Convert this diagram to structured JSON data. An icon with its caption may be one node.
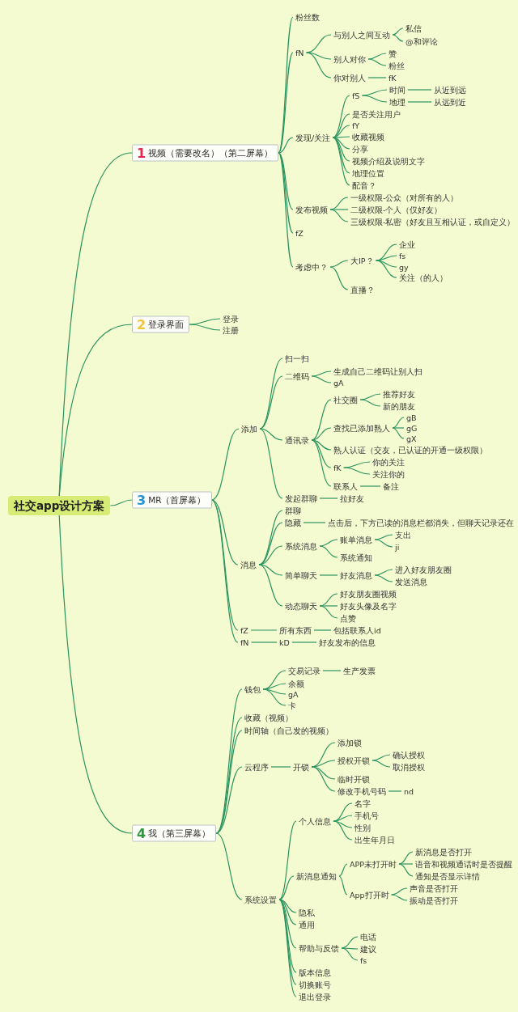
{
  "diagram": {
    "nodes": [
      {
        "text": [
          "社交app设计方案"
        ]
      },
      {
        "text": [
          "1",
          "视频（需要改名）（第二屏幕）"
        ]
      },
      {
        "text": [
          "粉丝数"
        ]
      },
      {
        "text": [
          "fN"
        ]
      },
      {
        "text": [
          "与别人之间互动"
        ]
      },
      {
        "text": [
          "私信"
        ]
      },
      {
        "text": [
          "@和评论"
        ]
      },
      {
        "text": [
          "别人对你"
        ]
      },
      {
        "text": [
          "赞"
        ]
      },
      {
        "text": [
          "粉丝"
        ]
      },
      {
        "text": [
          "你对别人"
        ]
      },
      {
        "text": [
          "fK"
        ]
      },
      {
        "text": [
          "发现/关注"
        ]
      },
      {
        "text": [
          "fS"
        ]
      },
      {
        "text": [
          "时间"
        ]
      },
      {
        "text": [
          "从近到远"
        ]
      },
      {
        "text": [
          "地理"
        ]
      },
      {
        "text": [
          "从远到近"
        ]
      },
      {
        "text": [
          "是否关注用户"
        ]
      },
      {
        "text": [
          "fY"
        ]
      },
      {
        "text": [
          "收藏视频"
        ]
      },
      {
        "text": [
          "分享"
        ]
      },
      {
        "text": [
          "视频介绍及说明文字"
        ]
      },
      {
        "text": [
          "地理位置"
        ]
      },
      {
        "text": [
          "配音？"
        ]
      },
      {
        "text": [
          "发布视频"
        ]
      },
      {
        "text": [
          "一级权限-公众（对所有的人）"
        ]
      },
      {
        "text": [
          "二级权限-个人（仅好友）"
        ]
      },
      {
        "text": [
          "三级权限-私密（好友且互相认证，或自定义）"
        ]
      },
      {
        "text": [
          "fZ"
        ]
      },
      {
        "text": [
          "考虑中？"
        ]
      },
      {
        "text": [
          "大IP？"
        ]
      },
      {
        "text": [
          "企业"
        ]
      },
      {
        "text": [
          "fs"
        ]
      },
      {
        "text": [
          "gy"
        ]
      },
      {
        "text": [
          "关注（的人）"
        ]
      },
      {
        "text": [
          "直播？"
        ]
      },
      {
        "text": [
          "2",
          "登录界面"
        ]
      },
      {
        "text": [
          "登录"
        ]
      },
      {
        "text": [
          "注册"
        ]
      },
      {
        "text": [
          "3",
          "MR（首屏幕）"
        ]
      },
      {
        "text": [
          "添加"
        ]
      },
      {
        "text": [
          "扫一扫"
        ]
      },
      {
        "text": [
          "二维码"
        ]
      },
      {
        "text": [
          "生成自己二维码让别人扫"
        ]
      },
      {
        "text": [
          "gA"
        ]
      },
      {
        "text": [
          "通讯录"
        ]
      },
      {
        "text": [
          "社交圈"
        ]
      },
      {
        "text": [
          "推荐好友"
        ]
      },
      {
        "text": [
          "新的朋友"
        ]
      },
      {
        "text": [
          "查找已添加熟人"
        ]
      },
      {
        "text": [
          "gB"
        ]
      },
      {
        "text": [
          "gG"
        ]
      },
      {
        "text": [
          "gX"
        ]
      },
      {
        "text": [
          "熟人认证（交友，已认证的开通一级权限）"
        ]
      },
      {
        "text": [
          "fK"
        ]
      },
      {
        "text": [
          "你的关注"
        ]
      },
      {
        "text": [
          "关注你的"
        ]
      },
      {
        "text": [
          "联系人"
        ]
      },
      {
        "text": [
          "备注"
        ]
      },
      {
        "text": [
          "发起群聊"
        ]
      },
      {
        "text": [
          "拉好友"
        ]
      },
      {
        "text": [
          "消息"
        ]
      },
      {
        "text": [
          "群聊"
        ]
      },
      {
        "text": [
          "隐藏"
        ]
      },
      {
        "text": [
          "点击后，下方已读的消息栏都消失，但聊天记录还在"
        ]
      },
      {
        "text": [
          "系统消息"
        ]
      },
      {
        "text": [
          "账单消息"
        ]
      },
      {
        "text": [
          "支出"
        ]
      },
      {
        "text": [
          "ji"
        ]
      },
      {
        "text": [
          "系统通知"
        ]
      },
      {
        "text": [
          "简单聊天"
        ]
      },
      {
        "text": [
          "好友消息"
        ]
      },
      {
        "text": [
          "进入好友朋友圈"
        ]
      },
      {
        "text": [
          "发送消息"
        ]
      },
      {
        "text": [
          "动态聊天"
        ]
      },
      {
        "text": [
          "好友朋友圈视频"
        ]
      },
      {
        "text": [
          "好友头像及名字"
        ]
      },
      {
        "text": [
          "点赞"
        ]
      },
      {
        "text": [
          "fZ"
        ]
      },
      {
        "text": [
          "所有东西"
        ]
      },
      {
        "text": [
          "包括联系人id"
        ]
      },
      {
        "text": [
          "fN"
        ]
      },
      {
        "text": [
          "kD"
        ]
      },
      {
        "text": [
          "好友发布的信息"
        ]
      },
      {
        "text": [
          "4",
          "我（第三屏幕）"
        ]
      },
      {
        "text": [
          "钱包"
        ]
      },
      {
        "text": [
          "交易记录"
        ]
      },
      {
        "text": [
          "生产发票"
        ]
      },
      {
        "text": [
          "余额"
        ]
      },
      {
        "text": [
          "gA"
        ]
      },
      {
        "text": [
          "卡"
        ]
      },
      {
        "text": [
          "收藏（视频）"
        ]
      },
      {
        "text": [
          "时间轴（自己发的视频）"
        ]
      },
      {
        "text": [
          "云程序"
        ]
      },
      {
        "text": [
          "开锁"
        ]
      },
      {
        "text": [
          "添加锁"
        ]
      },
      {
        "text": [
          "授权开锁"
        ]
      },
      {
        "text": [
          "确认授权"
        ]
      },
      {
        "text": [
          "取消授权"
        ]
      },
      {
        "text": [
          "临时开锁"
        ]
      },
      {
        "text": [
          "修改手机号码"
        ]
      },
      {
        "text": [
          "nd"
        ]
      },
      {
        "text": [
          "系统设置"
        ]
      },
      {
        "text": [
          "个人信息"
        ]
      },
      {
        "text": [
          "名字"
        ]
      },
      {
        "text": [
          "手机号"
        ]
      },
      {
        "text": [
          "性别"
        ]
      },
      {
        "text": [
          "出生年月日"
        ]
      },
      {
        "text": [
          "新消息通知"
        ]
      },
      {
        "text": [
          "APP未打开时"
        ]
      },
      {
        "text": [
          "新消息是否打开"
        ]
      },
      {
        "text": [
          "语音和视频通话时是否提醒"
        ]
      },
      {
        "text": [
          "通知是否显示详情"
        ]
      },
      {
        "text": [
          "App打开时"
        ]
      },
      {
        "text": [
          "声音是否打开"
        ]
      },
      {
        "text": [
          "振动是否打开"
        ]
      },
      {
        "text": [
          "隐私"
        ]
      },
      {
        "text": [
          "通用"
        ]
      },
      {
        "text": [
          "帮助与反馈"
        ]
      },
      {
        "text": [
          "电话"
        ]
      },
      {
        "text": [
          "建议"
        ]
      },
      {
        "text": [
          "fs"
        ]
      },
      {
        "text": [
          "版本信息"
        ]
      },
      {
        "text": [
          "切换账号"
        ]
      },
      {
        "text": [
          "退出登录"
        ]
      }
    ],
    "edges": [
      {
        "from": 0,
        "to": 1,
        "arrow": "none"
      },
      {
        "from": 0,
        "to": 37,
        "arrow": "none"
      },
      {
        "from": 0,
        "to": 40,
        "arrow": "none"
      },
      {
        "from": 0,
        "to": 85,
        "arrow": "none"
      },
      {
        "from": 1,
        "to": 2,
        "arrow": "none"
      },
      {
        "from": 1,
        "to": 3,
        "arrow": "none"
      },
      {
        "from": 1,
        "to": 12,
        "arrow": "none"
      },
      {
        "from": 1,
        "to": 25,
        "arrow": "none"
      },
      {
        "from": 1,
        "to": 29,
        "arrow": "none"
      },
      {
        "from": 1,
        "to": 30,
        "arrow": "none"
      },
      {
        "from": 3,
        "to": 4,
        "arrow": "none"
      },
      {
        "from": 3,
        "to": 7,
        "arrow": "none"
      },
      {
        "from": 3,
        "to": 10,
        "arrow": "none"
      },
      {
        "from": 4,
        "to": 5,
        "arrow": "none"
      },
      {
        "from": 4,
        "to": 6,
        "arrow": "none"
      },
      {
        "from": 7,
        "to": 8,
        "arrow": "none"
      },
      {
        "from": 7,
        "to": 9,
        "arrow": "none"
      },
      {
        "from": 10,
        "to": 11,
        "arrow": "none"
      },
      {
        "from": 12,
        "to": 13,
        "arrow": "none"
      },
      {
        "from": 12,
        "to": 18,
        "arrow": "none"
      },
      {
        "from": 12,
        "to": 19,
        "arrow": "none"
      },
      {
        "from": 12,
        "to": 20,
        "arrow": "none"
      },
      {
        "from": 12,
        "to": 21,
        "arrow": "none"
      },
      {
        "from": 12,
        "to": 22,
        "arrow": "none"
      },
      {
        "from": 12,
        "to": 23,
        "arrow": "none"
      },
      {
        "from": 12,
        "to": 24,
        "arrow": "none"
      },
      {
        "from": 13,
        "to": 14,
        "arrow": "none"
      },
      {
        "from": 13,
        "to": 16,
        "arrow": "none"
      },
      {
        "from": 14,
        "to": 15,
        "arrow": "none"
      },
      {
        "from": 16,
        "to": 17,
        "arrow": "none"
      },
      {
        "from": 25,
        "to": 26,
        "arrow": "none"
      },
      {
        "from": 25,
        "to": 27,
        "arrow": "none"
      },
      {
        "from": 25,
        "to": 28,
        "arrow": "none"
      },
      {
        "from": 30,
        "to": 31,
        "arrow": "none"
      },
      {
        "from": 30,
        "to": 36,
        "arrow": "none"
      },
      {
        "from": 31,
        "to": 32,
        "arrow": "none"
      },
      {
        "from": 31,
        "to": 33,
        "arrow": "none"
      },
      {
        "from": 31,
        "to": 34,
        "arrow": "none"
      },
      {
        "from": 31,
        "to": 35,
        "arrow": "none"
      },
      {
        "from": 37,
        "to": 38,
        "arrow": "none"
      },
      {
        "from": 37,
        "to": 39,
        "arrow": "none"
      },
      {
        "from": 40,
        "to": 41,
        "arrow": "none"
      },
      {
        "from": 40,
        "to": 62,
        "arrow": "none"
      },
      {
        "from": 40,
        "to": 79,
        "arrow": "none"
      },
      {
        "from": 40,
        "to": 82,
        "arrow": "none"
      },
      {
        "from": 41,
        "to": 42,
        "arrow": "none"
      },
      {
        "from": 41,
        "to": 43,
        "arrow": "none"
      },
      {
        "from": 41,
        "to": 46,
        "arrow": "none"
      },
      {
        "from": 41,
        "to": 60,
        "arrow": "none"
      },
      {
        "from": 43,
        "to": 44,
        "arrow": "none"
      },
      {
        "from": 43,
        "to": 45,
        "arrow": "none"
      },
      {
        "from": 46,
        "to": 47,
        "arrow": "none"
      },
      {
        "from": 46,
        "to": 50,
        "arrow": "none"
      },
      {
        "from": 46,
        "to": 54,
        "arrow": "none"
      },
      {
        "from": 46,
        "to": 55,
        "arrow": "none"
      },
      {
        "from": 46,
        "to": 58,
        "arrow": "none"
      },
      {
        "from": 47,
        "to": 48,
        "arrow": "none"
      },
      {
        "from": 47,
        "to": 49,
        "arrow": "none"
      },
      {
        "from": 50,
        "to": 51,
        "arrow": "none"
      },
      {
        "from": 50,
        "to": 52,
        "arrow": "none"
      },
      {
        "from": 50,
        "to": 53,
        "arrow": "none"
      },
      {
        "from": 55,
        "to": 56,
        "arrow": "none"
      },
      {
        "from": 55,
        "to": 57,
        "arrow": "none"
      },
      {
        "from": 58,
        "to": 59,
        "arrow": "none"
      },
      {
        "from": 60,
        "to": 61,
        "arrow": "none"
      },
      {
        "from": 62,
        "to": 63,
        "arrow": "none"
      },
      {
        "from": 62,
        "to": 64,
        "arrow": "none"
      },
      {
        "from": 62,
        "to": 66,
        "arrow": "none"
      },
      {
        "from": 62,
        "to": 71,
        "arrow": "none"
      },
      {
        "from": 62,
        "to": 75,
        "arrow": "none"
      },
      {
        "from": 64,
        "to": 65,
        "arrow": "none"
      },
      {
        "from": 66,
        "to": 67,
        "arrow": "none"
      },
      {
        "from": 66,
        "to": 70,
        "arrow": "none"
      },
      {
        "from": 67,
        "to": 68,
        "arrow": "none"
      },
      {
        "from": 67,
        "to": 69,
        "arrow": "none"
      },
      {
        "from": 71,
        "to": 72,
        "arrow": "none"
      },
      {
        "from": 72,
        "to": 73,
        "arrow": "none"
      },
      {
        "from": 72,
        "to": 74,
        "arrow": "none"
      },
      {
        "from": 75,
        "to": 76,
        "arrow": "none"
      },
      {
        "from": 75,
        "to": 77,
        "arrow": "none"
      },
      {
        "from": 75,
        "to": 78,
        "arrow": "none"
      },
      {
        "from": 79,
        "to": 80,
        "arrow": "none"
      },
      {
        "from": 80,
        "to": 81,
        "arrow": "none"
      },
      {
        "from": 82,
        "to": 83,
        "arrow": "none"
      },
      {
        "from": 83,
        "to": 84,
        "arrow": "none"
      },
      {
        "from": 85,
        "to": 86,
        "arrow": "none"
      },
      {
        "from": 85,
        "to": 92,
        "arrow": "none"
      },
      {
        "from": 85,
        "to": 93,
        "arrow": "none"
      },
      {
        "from": 85,
        "to": 94,
        "arrow": "none"
      },
      {
        "from": 85,
        "to": 103,
        "arrow": "none"
      },
      {
        "from": 86,
        "to": 87,
        "arrow": "none"
      },
      {
        "from": 86,
        "to": 89,
        "arrow": "none"
      },
      {
        "from": 86,
        "to": 90,
        "arrow": "none"
      },
      {
        "from": 86,
        "to": 91,
        "arrow": "none"
      },
      {
        "from": 87,
        "to": 88,
        "arrow": "none"
      },
      {
        "from": 94,
        "to": 95,
        "arrow": "none"
      },
      {
        "from": 95,
        "to": 96,
        "arrow": "none"
      },
      {
        "from": 95,
        "to": 97,
        "arrow": "none"
      },
      {
        "from": 95,
        "to": 100,
        "arrow": "none"
      },
      {
        "from": 95,
        "to": 101,
        "arrow": "none"
      },
      {
        "from": 97,
        "to": 98,
        "arrow": "none"
      },
      {
        "from": 97,
        "to": 99,
        "arrow": "none"
      },
      {
        "from": 101,
        "to": 102,
        "arrow": "none"
      },
      {
        "from": 103,
        "to": 104,
        "arrow": "none"
      },
      {
        "from": 103,
        "to": 109,
        "arrow": "none"
      },
      {
        "from": 103,
        "to": 117,
        "arrow": "none"
      },
      {
        "from": 103,
        "to": 118,
        "arrow": "none"
      },
      {
        "from": 103,
        "to": 119,
        "arrow": "none"
      },
      {
        "from": 103,
        "to": 123,
        "arrow": "none"
      },
      {
        "from": 103,
        "to": 124,
        "arrow": "none"
      },
      {
        "from": 103,
        "to": 125,
        "arrow": "none"
      },
      {
        "from": 104,
        "to": 105,
        "arrow": "none"
      },
      {
        "from": 104,
        "to": 106,
        "arrow": "none"
      },
      {
        "from": 104,
        "to": 107,
        "arrow": "none"
      },
      {
        "from": 104,
        "to": 108,
        "arrow": "none"
      },
      {
        "from": 109,
        "to": 110,
        "arrow": "none"
      },
      {
        "from": 109,
        "to": 114,
        "arrow": "none"
      },
      {
        "from": 110,
        "to": 111,
        "arrow": "none"
      },
      {
        "from": 110,
        "to": 112,
        "arrow": "none"
      },
      {
        "from": 110,
        "to": 113,
        "arrow": "none"
      },
      {
        "from": 114,
        "to": 115,
        "arrow": "none"
      },
      {
        "from": 114,
        "to": 116,
        "arrow": "none"
      },
      {
        "from": 119,
        "to": 120,
        "arrow": "none"
      },
      {
        "from": 119,
        "to": 121,
        "arrow": "none"
      },
      {
        "from": 119,
        "to": 122,
        "arrow": "none"
      }
    ]
  }
}
